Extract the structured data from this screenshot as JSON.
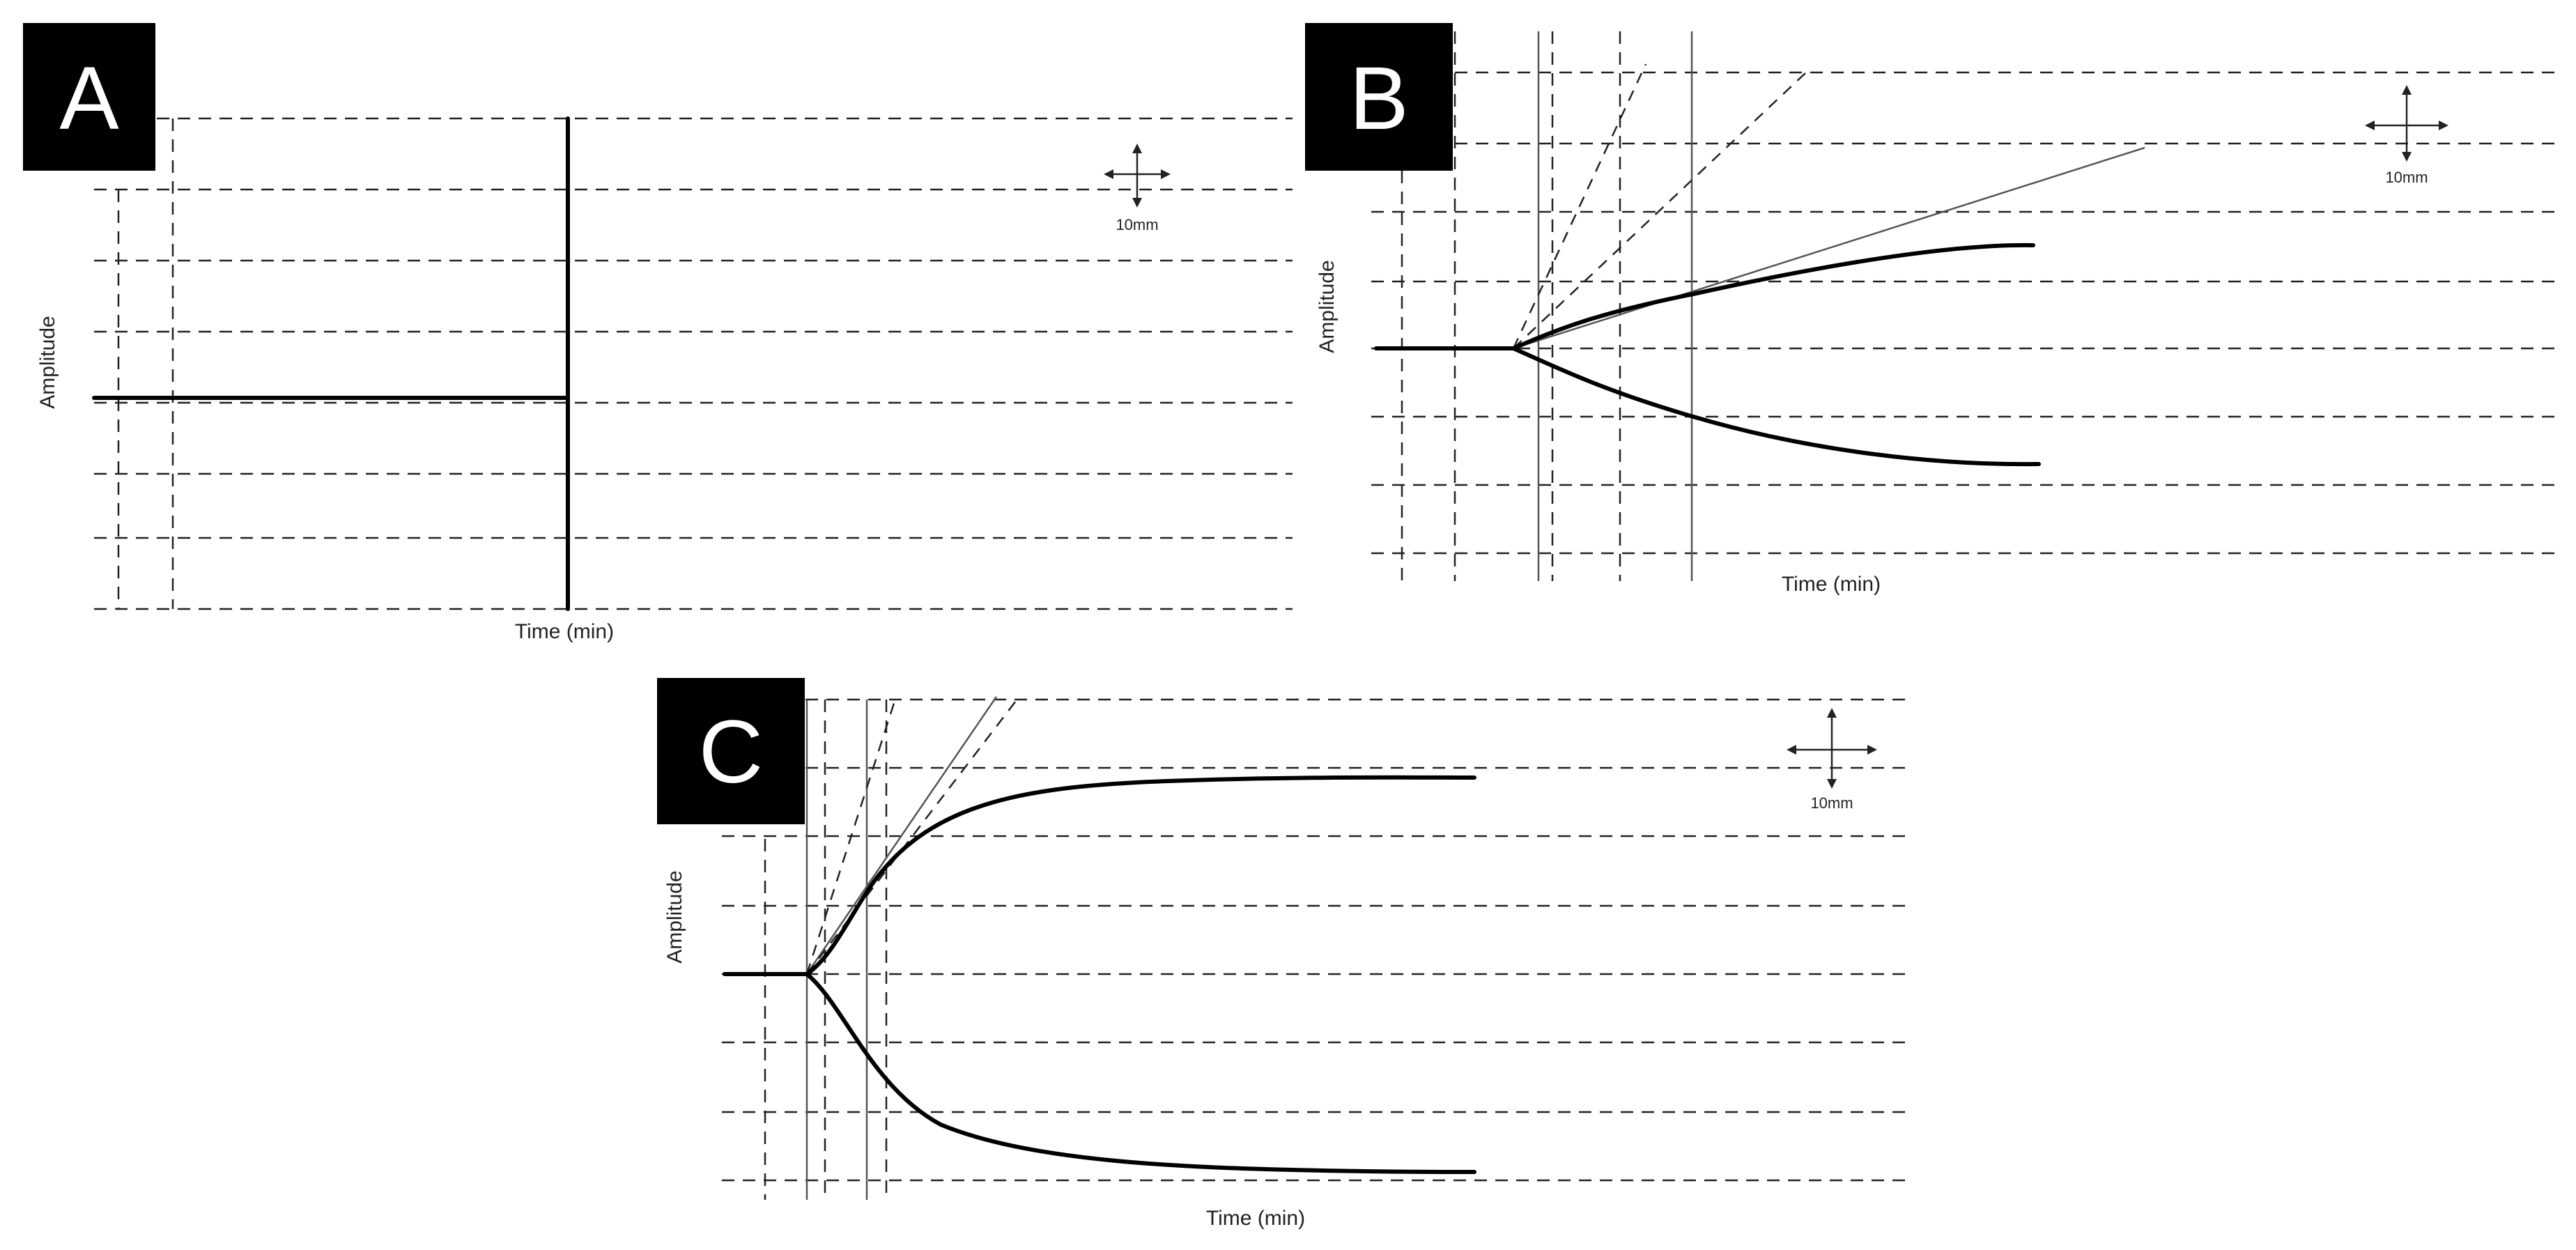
{
  "panels": [
    {
      "id": "A",
      "label": "A",
      "ylabel": "Amplitude",
      "xlabel": "Time (min)",
      "scale": "10mm"
    },
    {
      "id": "B",
      "label": "B",
      "ylabel": "Amplitude",
      "xlabel": "Time (min)",
      "scale": "10mm"
    },
    {
      "id": "C",
      "label": "C",
      "ylabel": "Amplitude",
      "xlabel": "Time (min)",
      "scale": "10mm"
    }
  ],
  "colors": {
    "trace": "#000000",
    "grid": "#222222",
    "reference_line": "#555555",
    "label_box": "#000000",
    "label_text": "#ffffff"
  }
}
